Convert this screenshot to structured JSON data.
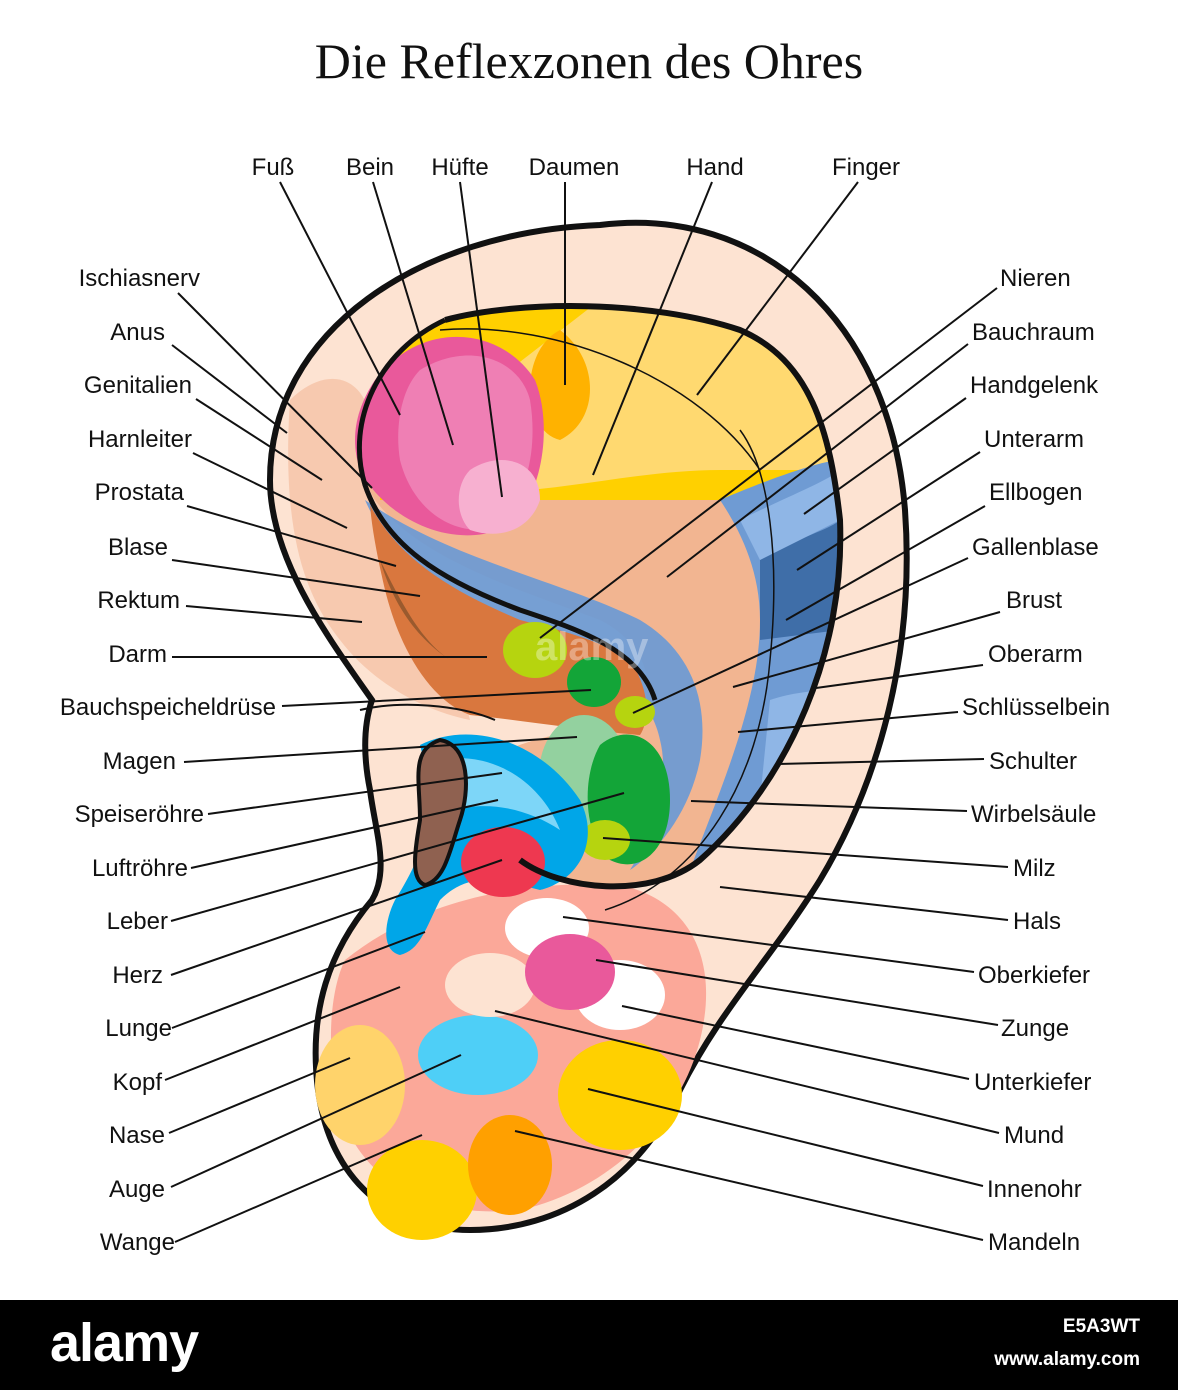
{
  "title": "Die Reflexzonen des Ohres",
  "labels": {
    "top": [
      "Fuß",
      "Bein",
      "Hüfte",
      "Daumen",
      "Hand",
      "Finger"
    ],
    "left": [
      "Ischiasnerv",
      "Anus",
      "Genitalien",
      "Harnleiter",
      "Prostata",
      "Blase",
      "Rektum",
      "Darm",
      "Bauchspeicheldrüse",
      "Magen",
      "Speiseröhre",
      "Luftröhre",
      "Leber",
      "Herz",
      "Lunge",
      "Kopf",
      "Nase",
      "Auge",
      "Wange"
    ],
    "right": [
      "Nieren",
      "Bauchraum",
      "Handgelenk",
      "Unterarm",
      "Ellbogen",
      "Gallenblase",
      "Brust",
      "Oberarm",
      "Schlüsselbein",
      "Schulter",
      "Wirbelsäule",
      "Milz",
      "Hals",
      "Oberkiefer",
      "Zunge",
      "Unterkiefer",
      "Mund",
      "Innenohr",
      "Mandeln"
    ]
  },
  "watermark": "alamy",
  "footer": {
    "logo": "alamy",
    "image_id": "E5A3WT",
    "url": "www.alamy.com"
  },
  "colors": {
    "skin": "#fde3d2",
    "outline": "#111111",
    "pink_zone": "#e9599b",
    "yellow_zone": "#ffd000",
    "blue_zone": "#6f9bd3",
    "green_zone": "#13a538",
    "lime_zone": "#b6d40f",
    "red_zone": "#ee3850",
    "cyan_zone": "#00a6e8",
    "brown_zone": "#8f6150"
  }
}
